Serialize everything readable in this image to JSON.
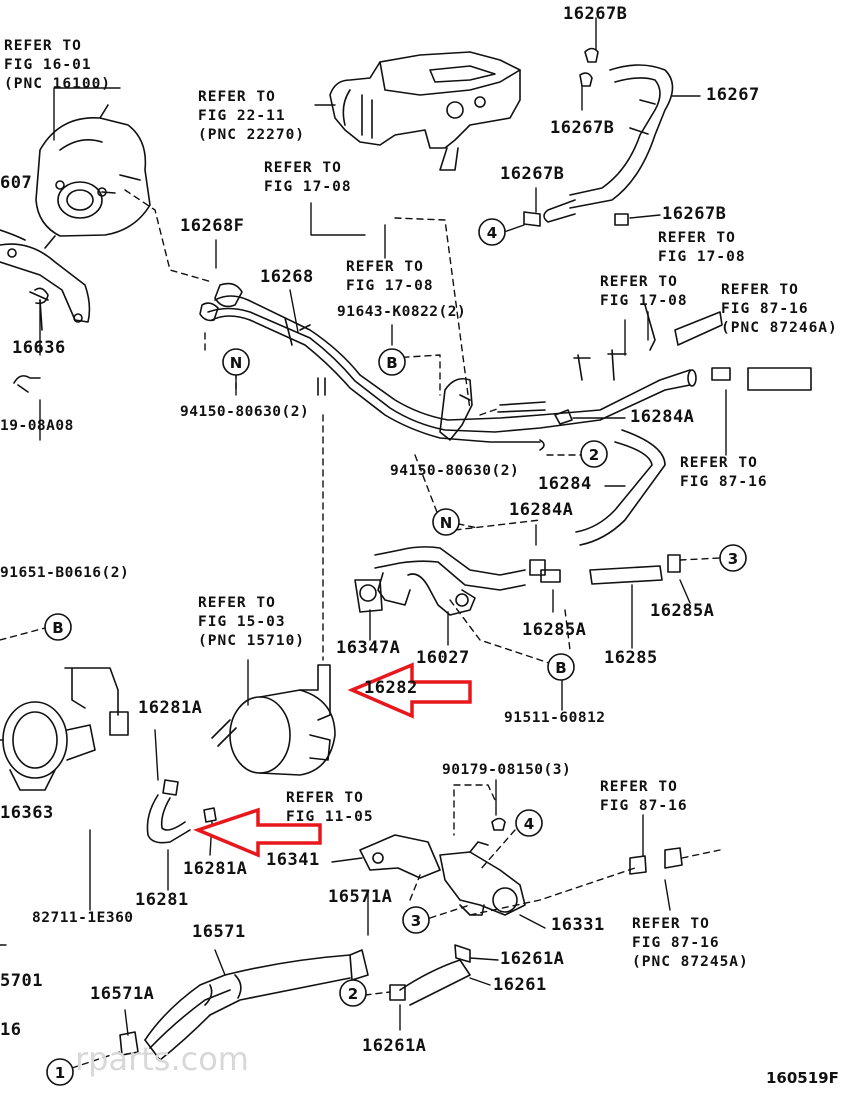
{
  "diagram": {
    "code": "160519F",
    "watermark": "rparts.com",
    "arrow_color": "#e8171c",
    "part_numbers": {
      "p16267B_a": "16267B",
      "p16267": "16267",
      "p16267B_b": "16267B",
      "p16267B_c": "16267B",
      "p16267B_d": "16267B",
      "p16268F": "16268F",
      "p16268": "16268",
      "p16636": "16636",
      "p16284A_a": "16284A",
      "p16284": "16284",
      "p16284A_b": "16284A",
      "p16285A_a": "16285A",
      "p16285A_b": "16285A",
      "p16285": "16285",
      "p16347A": "16347A",
      "p16027": "16027",
      "p16282": "16282",
      "p16281A_a": "16281A",
      "p16281A_b": "16281A",
      "p16281": "16281",
      "p16363": "16363",
      "p16341": "16341",
      "p16571A_a": "16571A",
      "p16331": "16331",
      "p16571": "16571",
      "p16261A_a": "16261A",
      "p16261": "16261",
      "p16571A_b": "16571A",
      "p16261A_b": "16261A",
      "p5701": "5701",
      "p16_edge": "16",
      "p607": "607",
      "p19_08A08": "19-08A08"
    },
    "bolt_numbers": {
      "b91643": "91643-K0822(2)",
      "b94150_a": "94150-80630(2)",
      "b94150_b": "94150-80630(2)",
      "b91651": "91651-B0616(2)",
      "b91511": "91511-60812",
      "b90179": "90179-08150(3)",
      "b82711": "82711-1E360"
    },
    "refers": {
      "r1": "REFER TO\nFIG 16-01\n(PNC 16100)",
      "r2": "REFER TO\nFIG 22-11\n(PNC 22270)",
      "r3": "REFER TO\nFIG 17-08",
      "r4": "REFER TO\nFIG 17-08",
      "r5": "REFER TO\nFIG 17-08",
      "r6": "REFER TO\nFIG 17-08",
      "r7": "REFER TO\nFIG 87-16\n(PNC 87246A)",
      "r8": "REFER TO\nFIG 87-16",
      "r9": "REFER TO\nFIG 15-03\n(PNC 15710)",
      "r10": "REFER TO\nFIG 11-05",
      "r11": "REFER TO\nFIG 87-16",
      "r12": "REFER TO\nFIG 87-16\n(PNC 87245A)"
    },
    "circle_markers": {
      "c4a": "4",
      "c2a": "2",
      "c3a": "3",
      "c4b": "4",
      "c3b": "3",
      "c2b": "2",
      "c1": "1",
      "cNa": "N",
      "cNb": "N",
      "cBa": "B",
      "cBb": "B",
      "cBc": "B"
    }
  }
}
